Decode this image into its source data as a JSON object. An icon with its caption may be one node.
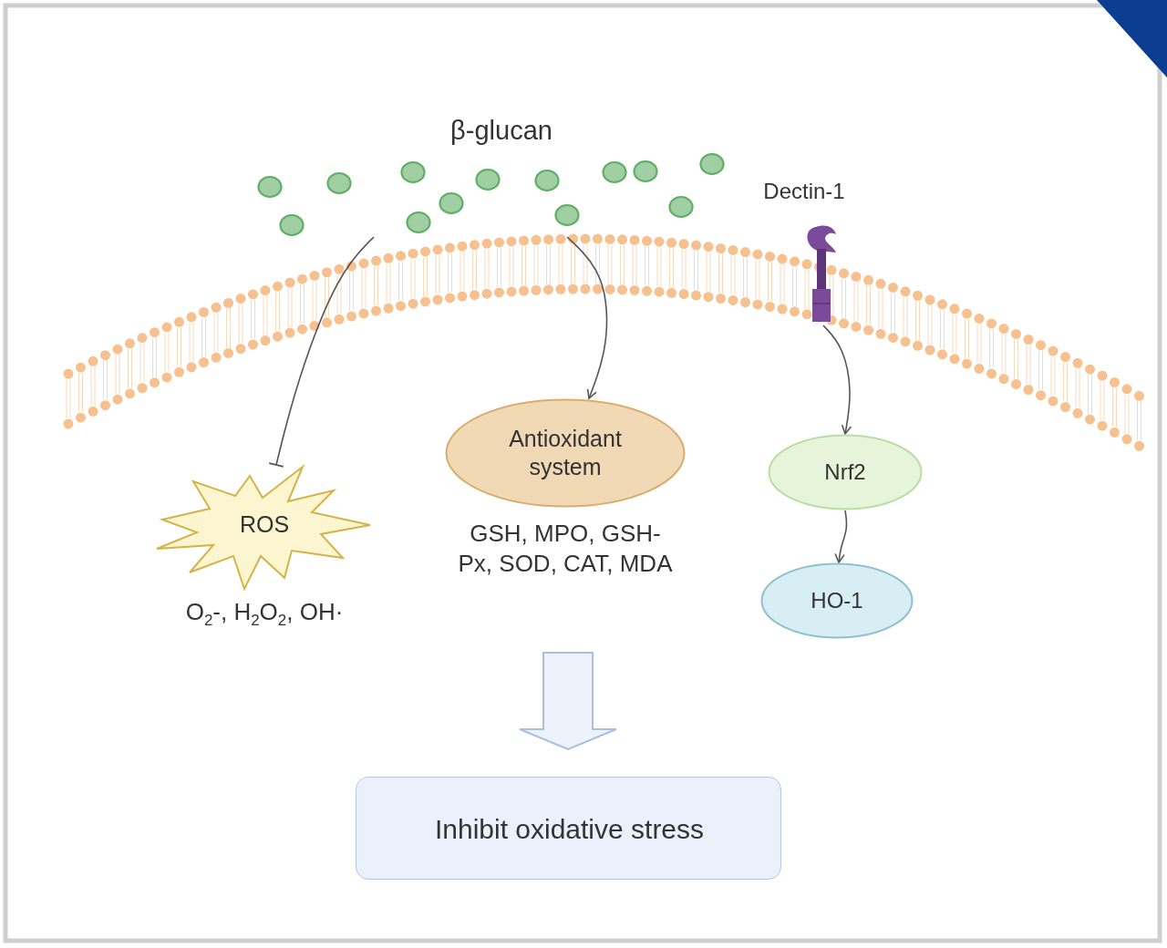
{
  "diagram": {
    "nodes": [
      {
        "text": [
          "β-glucan"
        ]
      },
      {
        "text": [
          "Dectin-1"
        ]
      },
      {
        "text": [
          "ROS"
        ],
        "beside": [
          "O$_{2}$-, H$_{2}$O$_{2}$, OH·"
        ]
      },
      {
        "text": [
          "Antioxidant system"
        ],
        "beside": [
          "GSH, MPO, GSH-Px, SOD, CAT, MDA"
        ]
      },
      {
        "text": [
          "Nrf2"
        ]
      },
      {
        "text": [
          "HO-1"
        ]
      },
      {
        "text": [
          "Inhibit oxidative stress"
        ]
      }
    ],
    "edges": [
      {
        "from": 0,
        "to": 2,
        "arrow": "other"
      },
      {
        "from": 0,
        "to": 3,
        "arrow": "to"
      },
      {
        "from": 1,
        "to": 4,
        "arrow": "to"
      },
      {
        "from": 4,
        "to": 5,
        "arrow": "to"
      },
      {
        "from": 3,
        "to": 6,
        "arrow": "to",
        "style": "thick"
      }
    ]
  }
}
